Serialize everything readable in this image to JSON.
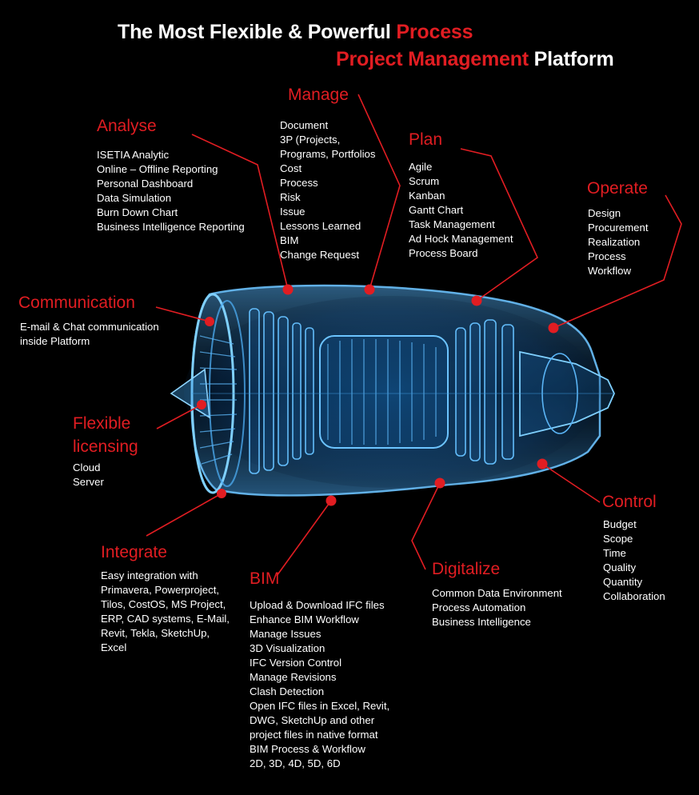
{
  "title": {
    "line1_white": "The Most Flexible & Powerful",
    "line1_red": "Process",
    "line2_red": "Project Management",
    "line2_white": "Platform"
  },
  "sections": {
    "analyse": {
      "title": "Analyse",
      "items": [
        "ISETIA Analytic",
        "Online – Offline Reporting",
        "Personal Dashboard",
        "Data Simulation",
        "Burn Down Chart",
        "Business Intelligence Reporting"
      ]
    },
    "manage": {
      "title": "Manage",
      "items": [
        "Document",
        "3P (Projects,",
        "Programs, Portfolios",
        "Cost",
        "Process",
        "Risk",
        "Issue",
        "Lessons Learned",
        "BIM",
        "Change Request"
      ]
    },
    "plan": {
      "title": "Plan",
      "items": [
        "Agile",
        "Scrum",
        "Kanban",
        "Gantt Chart",
        "Task Management",
        "Ad Hock Management",
        "Process Board"
      ]
    },
    "operate": {
      "title": "Operate",
      "items": [
        "Design",
        "Procurement",
        "Realization",
        "Process",
        "Workflow"
      ]
    },
    "communication": {
      "title": "Communication",
      "items": [
        "E-mail & Chat communication",
        "inside Platform"
      ]
    },
    "flexible": {
      "title_line1": "Flexible",
      "title_line2": "licensing",
      "items": [
        "Cloud",
        "Server"
      ]
    },
    "integrate": {
      "title": "Integrate",
      "items": [
        "Easy integration with",
        "Primavera, Powerproject,",
        "Tilos, CostOS, MS Project,",
        "ERP, CAD systems, E-Mail,",
        "Revit, Tekla, SketchUp,",
        "Excel"
      ]
    },
    "bim": {
      "title": "BIM",
      "items": [
        "Upload & Download IFC files",
        "Enhance BIM Workflow",
        "Manage Issues",
        "3D Visualization",
        "IFC Version Control",
        "Manage Revisions",
        "Clash Detection",
        "Open IFC files in Excel, Revit,",
        "DWG,  SketchUp  and other",
        "project files in native format",
        "BIM Process & Workflow",
        "2D, 3D, 4D, 5D, 6D"
      ]
    },
    "digitalize": {
      "title": "Digitalize",
      "items": [
        "Common Data Environment",
        "Process Automation",
        "Business Intelligence"
      ]
    },
    "control": {
      "title": "Control",
      "items": [
        "Budget",
        "Scope",
        "Time",
        "Quality",
        "Quantity",
        "Collaboration"
      ]
    }
  },
  "colors": {
    "accent": "#e11d22",
    "engine": "#3fa9ff",
    "background": "#000000"
  },
  "illustration": "jet-engine-xray"
}
